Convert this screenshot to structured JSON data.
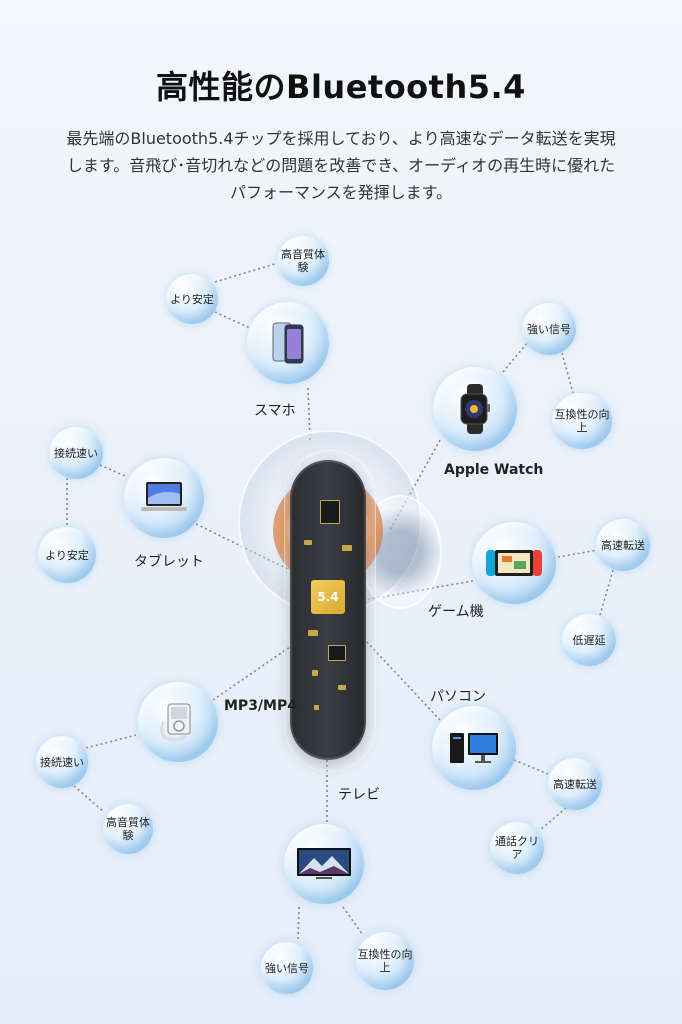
{
  "title": "高性能のBluetooth5.4",
  "description": [
    "最先端のBluetooth5.4チップを採用しており、より高速なデータ転送を実現",
    "します。音飛び･音切れなどの問題を改善でき、オーディオの再生時に優れた",
    "パフォーマンスを発揮します。"
  ],
  "chip_label": "5.4",
  "devices": {
    "smartphone": {
      "label": "スマホ",
      "features": [
        "高音質体験",
        "より安定"
      ]
    },
    "apple_watch": {
      "label": "Apple Watch",
      "features": [
        "強い信号",
        "互換性の向上"
      ]
    },
    "tablet": {
      "label": "タブレット",
      "features": [
        "接続速い",
        "より安定"
      ]
    },
    "game": {
      "label": "ゲーム機",
      "features": [
        "高速転送",
        "低遅延"
      ]
    },
    "mp3": {
      "label": "MP3/MP4",
      "features": [
        "接続速い",
        "高音質体験"
      ]
    },
    "pc": {
      "label": "パソコン",
      "features": [
        "高速転送",
        "通話クリア"
      ]
    },
    "tv": {
      "label": "テレビ",
      "features": [
        "強い信号",
        "互換性の向上"
      ]
    }
  },
  "colors": {
    "accent_blue": "#8fc3ec",
    "chip_gold": "#e3b840",
    "earbud_dark": "#2e3035",
    "pad_orange": "#e68a45"
  }
}
